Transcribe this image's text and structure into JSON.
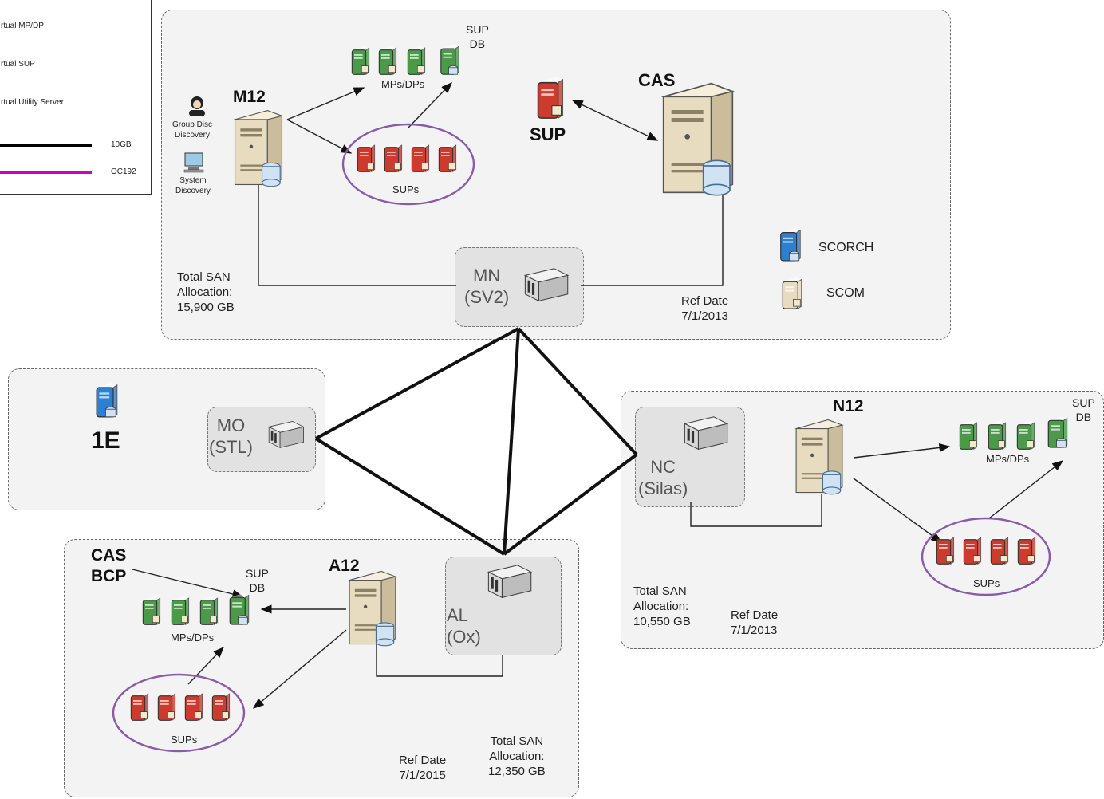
{
  "legend": {
    "items": [
      "rtual MP/DP",
      "rtual SUP",
      "rtual Utility Server"
    ],
    "lines": [
      {
        "label": "10GB",
        "color": "#000000"
      },
      {
        "label": "OC192",
        "color": "#cc00cc"
      }
    ]
  },
  "top_site": {
    "server": "M12",
    "group_disc": "Group Disc\nDiscovery",
    "system_disc": "System\nDiscovery",
    "mps_label": "MPs/DPs",
    "sup_db": "SUP\nDB",
    "sups_label": "SUPs",
    "sup_server": "SUP",
    "cas": "CAS",
    "hub": "MN\n(SV2)",
    "san": "Total SAN\nAllocation:\n15,900 GB",
    "ref_date": "Ref Date\n7/1/2013",
    "scorch": "SCORCH",
    "scom": "SCOM"
  },
  "left_site": {
    "name": "1E",
    "hub": "MO\n(STL)"
  },
  "right_site": {
    "server": "N12",
    "hub": "NC\n(Silas)",
    "sup_db": "SUP\nDB",
    "mps_label": "MPs/DPs",
    "sups_label": "SUPs",
    "san": "Total SAN\nAllocation:\n10,550 GB",
    "ref_date": "Ref Date\n7/1/2013"
  },
  "bottom_site": {
    "cas_bcp": "CAS\nBCP",
    "sup_db": "SUP\nDB",
    "server": "A12",
    "hub": "AL\n(Ox)",
    "mps_label": "MPs/DPs",
    "sups_label": "SUPs",
    "ref_date": "Ref Date\n7/1/2015",
    "san": "Total SAN\nAllocation:\n12,350 GB"
  },
  "colors": {
    "green": "#4a9a4a",
    "red": "#cc3b2e",
    "blue": "#2f7fd0",
    "beige": "#e8dcc0",
    "purple": "#8a5aa8",
    "magenta": "#cc00cc"
  }
}
